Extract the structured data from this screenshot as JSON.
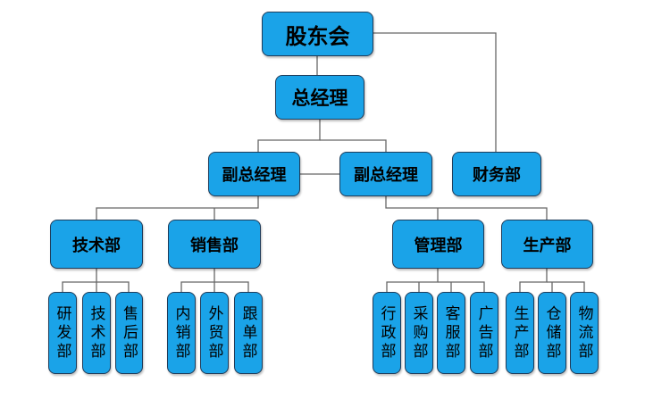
{
  "chart": {
    "root": "股东会",
    "gm": "总经理",
    "finance": "财务部",
    "vgm_left": "副总经理",
    "vgm_right": "副总经理",
    "dept_tech": "技术部",
    "dept_sales": "销售部",
    "dept_admin": "管理部",
    "dept_prod": "生产部",
    "sub": {
      "rd": "研发部",
      "tech": "技术部",
      "aftersale": "售后部",
      "domestic": "内销部",
      "foreign": "外贸部",
      "follow": "跟单部",
      "admin": "行政部",
      "purchase": "采购部",
      "service": "客服部",
      "ads": "广告部",
      "production": "生产部",
      "storage": "仓储部",
      "logistics": "物流部"
    }
  },
  "colors": {
    "box_fill": "#1aa3e8",
    "box_border": "#1f3c5a",
    "line": "#666666"
  }
}
